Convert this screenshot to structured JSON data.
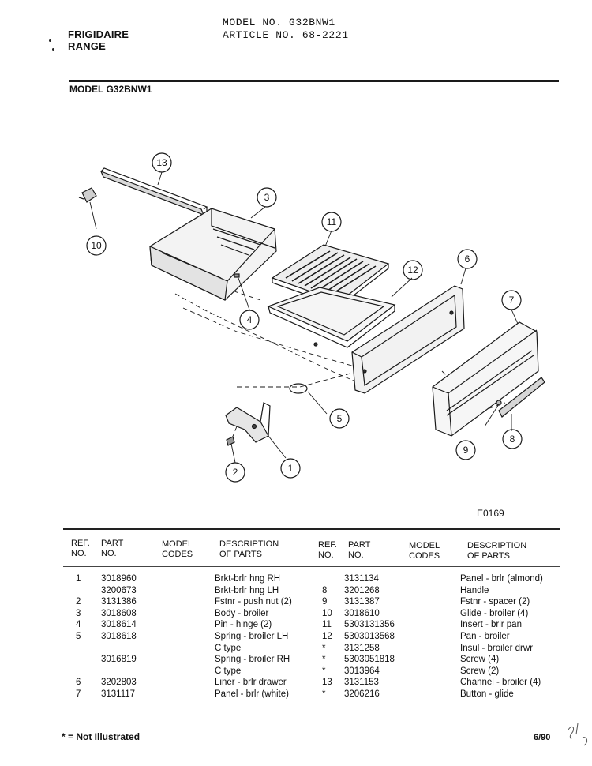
{
  "header": {
    "brand": "FRIGIDAIRE",
    "product": "RANGE",
    "model_line": "MODEL NO. G32BNW1",
    "article_line": "ARTICLE NO. 68-2221",
    "section_title": "MODEL G32BNW1"
  },
  "diagram": {
    "code": "E0169",
    "callouts": [
      "1",
      "2",
      "3",
      "4",
      "5",
      "6",
      "7",
      "8",
      "9",
      "10",
      "11",
      "12",
      "13"
    ]
  },
  "table": {
    "headers": {
      "ref": "REF.",
      "ref2": "NO.",
      "part": "PART",
      "part2": "NO.",
      "model": "MODEL",
      "model2": "CODES",
      "desc": "DESCRIPTION",
      "desc2": "OF PARTS"
    },
    "left_rows": [
      {
        "ref": "1",
        "part": "3018960",
        "model": "",
        "desc": "Brkt-brlr hng RH"
      },
      {
        "ref": "",
        "part": "3200673",
        "model": "",
        "desc": "Brkt-brlr hng LH"
      },
      {
        "ref": "2",
        "part": "3131386",
        "model": "",
        "desc": "Fstnr - push nut (2)"
      },
      {
        "ref": "3",
        "part": "3018608",
        "model": "",
        "desc": "Body - broiler"
      },
      {
        "ref": "4",
        "part": "3018614",
        "model": "",
        "desc": "Pin - hinge (2)"
      },
      {
        "ref": "5",
        "part": "3018618",
        "model": "",
        "desc": "Spring - broiler LH"
      },
      {
        "ref": "",
        "part": "",
        "model": "",
        "desc": "C type"
      },
      {
        "ref": "",
        "part": "3016819",
        "model": "",
        "desc": "Spring - broiler RH"
      },
      {
        "ref": "",
        "part": "",
        "model": "",
        "desc": "C type"
      },
      {
        "ref": "6",
        "part": "3202803",
        "model": "",
        "desc": "Liner - brlr drawer"
      },
      {
        "ref": "7",
        "part": "3131117",
        "model": "",
        "desc": "Panel - brlr (white)"
      }
    ],
    "right_rows": [
      {
        "ref": "",
        "part": "3131134",
        "model": "",
        "desc": "Panel - brlr (almond)"
      },
      {
        "ref": "8",
        "part": "3201268",
        "model": "",
        "desc": "Handle"
      },
      {
        "ref": "9",
        "part": "3131387",
        "model": "",
        "desc": "Fstnr - spacer (2)"
      },
      {
        "ref": "10",
        "part": "3018610",
        "model": "",
        "desc": "Glide - broiler (4)"
      },
      {
        "ref": "11",
        "part": "5303131356",
        "model": "",
        "desc": "Insert - brlr pan"
      },
      {
        "ref": "12",
        "part": "5303013568",
        "model": "",
        "desc": "Pan - broiler"
      },
      {
        "ref": "*",
        "part": "3131258",
        "model": "",
        "desc": "Insul - broiler drwr"
      },
      {
        "ref": "*",
        "part": "5303051818",
        "model": "",
        "desc": "Screw (4)"
      },
      {
        "ref": "*",
        "part": "3013964",
        "model": "",
        "desc": "Screw (2)"
      },
      {
        "ref": "13",
        "part": "3131153",
        "model": "",
        "desc": "Channel - broiler (4)"
      },
      {
        "ref": "*",
        "part": "3206216",
        "model": "",
        "desc": "Button - glide"
      }
    ]
  },
  "footer": {
    "note": "* = Not Illustrated",
    "date": "6/90"
  }
}
